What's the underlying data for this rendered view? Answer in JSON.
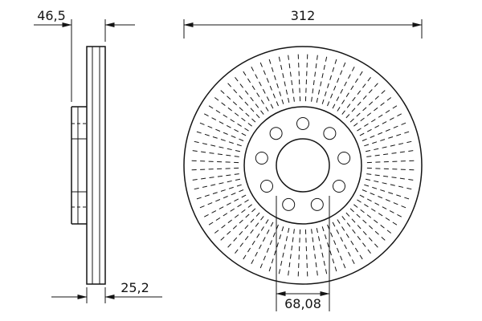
{
  "dimensions": {
    "overall_width": "46,5",
    "outer_diameter": "312",
    "disc_thickness": "25,2",
    "center_bore": "68,08"
  }
}
